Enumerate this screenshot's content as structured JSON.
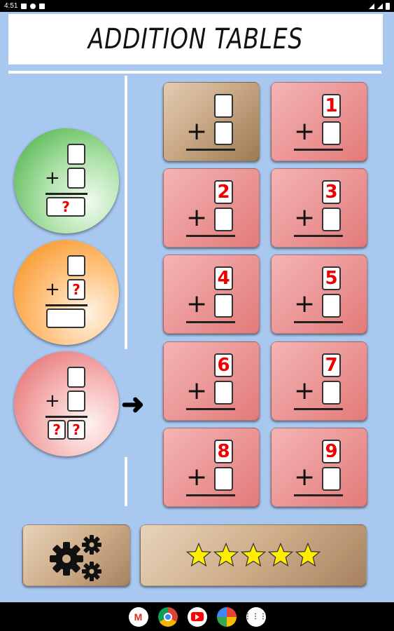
{
  "status_bar": {
    "time": "4:51"
  },
  "title": "ADDITION TABLES",
  "modes": [
    {
      "name": "green",
      "bottom_text": "?"
    },
    {
      "name": "orange",
      "middle_text": "?"
    },
    {
      "name": "red",
      "bottom_text_1": "?",
      "bottom_text_2": "?"
    }
  ],
  "tables": [
    {
      "label": "",
      "style": "brown"
    },
    {
      "label": "1",
      "style": "red"
    },
    {
      "label": "2",
      "style": "red"
    },
    {
      "label": "3",
      "style": "red"
    },
    {
      "label": "4",
      "style": "red"
    },
    {
      "label": "5",
      "style": "red"
    },
    {
      "label": "6",
      "style": "red"
    },
    {
      "label": "7",
      "style": "red"
    },
    {
      "label": "8",
      "style": "red"
    },
    {
      "label": "9",
      "style": "red"
    }
  ],
  "rating": {
    "stars": 5
  },
  "colors": {
    "background": "#a9c8f0",
    "accent_red": "#e00000",
    "star_yellow": "#ffee00"
  },
  "icons": {
    "settings": "gears-icon",
    "arrow": "arrow-right-icon",
    "nav_apps": [
      "gmail-icon",
      "chrome-icon",
      "youtube-icon",
      "photos-icon",
      "app-drawer-icon"
    ]
  }
}
